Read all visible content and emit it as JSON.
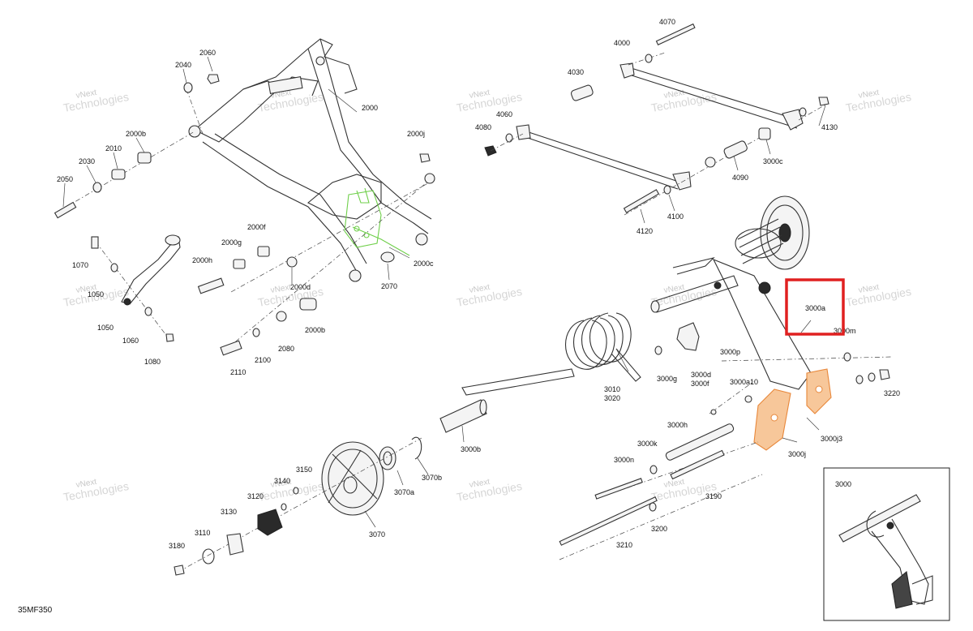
{
  "figure_code": "35MF350",
  "watermark_text": [
    "vNext",
    "Technologies"
  ],
  "highlight": {
    "label": "3000a",
    "color": "#e02020"
  },
  "accent_colors": {
    "green": "#6fcf4a",
    "orange": "#e8873a"
  },
  "labels": [
    "2060",
    "2040",
    "2000",
    "2000j",
    "2000b",
    "2010",
    "2030",
    "2050",
    "2000f",
    "2000g",
    "2000h",
    "2000c",
    "2000d",
    "2070",
    "2080",
    "2000b",
    "2100",
    "2110",
    "1070",
    "1050",
    "1060",
    "1080",
    "1050",
    "4070",
    "4000",
    "4030",
    "4060",
    "4080",
    "4130",
    "3000c",
    "4090",
    "4100",
    "4120",
    "3000a",
    "3000m",
    "3220",
    "3000p",
    "3000a10",
    "3000g",
    "3000d",
    "3000f",
    "3010",
    "3020",
    "3000j3",
    "3000j",
    "3000h",
    "3000k",
    "3000n",
    "3000b",
    "3190",
    "3200",
    "3210",
    "3070a",
    "3070b",
    "3070",
    "3150",
    "3140",
    "3120",
    "3130",
    "3110",
    "3180",
    "3000"
  ]
}
